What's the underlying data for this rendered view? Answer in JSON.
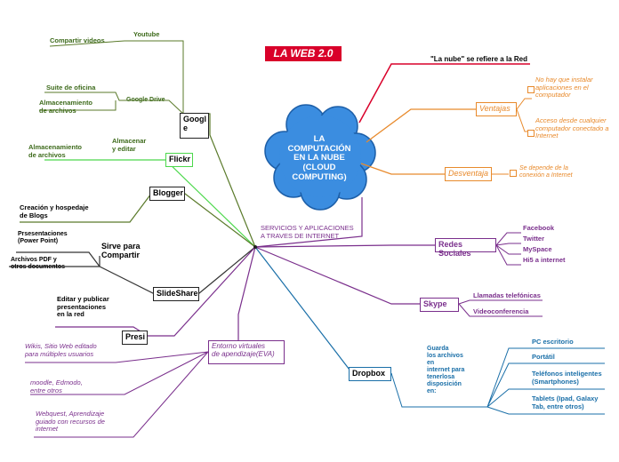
{
  "title": "LA WEB 2.0",
  "center": {
    "label": "LA\nCOMPUTACIÓN\nEN LA NUBE\n(CLOUD\nCOMPUTING)"
  },
  "services_label": "SERVICIOS Y APLICACIONES\nA TRAVES DE INTERNET",
  "nube": {
    "label": "\"La nube\" se refiere a la Red"
  },
  "ventajas": {
    "label": "Ventajas",
    "items": [
      "No hay que instalar\naplicaciones en el\ncomputador",
      "Acceso desde cualquier\ncomputador conectado a\nInternet"
    ]
  },
  "desventaja": {
    "label": "Desventaja",
    "items": [
      "Se depende de la\nconexión a Internet"
    ]
  },
  "redes": {
    "label": "Redes Sociales",
    "items": [
      "Facebook",
      "Twitter",
      "MySpace",
      "Hi5 a internet"
    ]
  },
  "skype": {
    "label": "Skype",
    "items": [
      "Llamadas telefónicas",
      "Videoconferencia"
    ]
  },
  "dropbox": {
    "label": "Dropbox",
    "description": "Guarda\nlos archivos\nen\ninternet para\ntenerlosa\ndisposición\nen:",
    "items": [
      "PC escritorio",
      "Portátil",
      "Teléfonos inteligentes\n(Smartphones)",
      "Tablets (Ipad, Galaxy\nTab, entre otros)"
    ]
  },
  "google": {
    "label": "Googl\ne",
    "youtube": "Youtube",
    "compartir_videos": "Compartir videos",
    "drive": "Google Drive",
    "suite": "Suite de oficina",
    "almacenamiento": "Almacenamiento\nde archivos"
  },
  "flickr": {
    "label": "Flickr",
    "almacenar": "Almacenar\ny editar",
    "almacenamiento": "Almacenamiento\nde archivos"
  },
  "blogger": {
    "label": "Blogger",
    "item": "Creación y hospedaje\nde Blogs"
  },
  "slideshare": {
    "label": "SlideShare",
    "serve": "Sirve para\nCompartir",
    "items": [
      "Prsesentaciones\n(Power Point)",
      "Archivos PDF y\notros documentos"
    ]
  },
  "presi": {
    "label": "Presi",
    "item": "Editar y publicar\npresentaciones\nen la red"
  },
  "eva": {
    "label": "Entorno virtuales\nde apendizaje(EVA)",
    "items": [
      "Wikis, Sitio Web editado\npara múltiples usuarios",
      "moodle, Edmodo,\nentre otros",
      "Webquest, Aprendizaje\nguiado con recursos de\ninternet"
    ]
  },
  "colors": {
    "red": "#d9002a",
    "orange": "#e88a2c",
    "purple": "#7a2f8c",
    "blue": "#1a6fa8",
    "olive": "#5a7a2a",
    "green": "#4cd84c",
    "cloud": "#3b8de0"
  }
}
